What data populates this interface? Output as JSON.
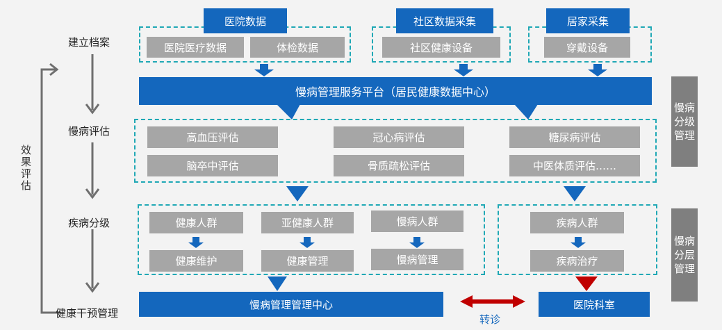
{
  "left_flow": {
    "stages": [
      "建立档案",
      "慢病评估",
      "疾病分级",
      "健康干预管理"
    ],
    "feedback_label": "效果评估"
  },
  "sources": [
    {
      "title": "医院数据",
      "items": [
        "医院医疗数据",
        "体检数据"
      ]
    },
    {
      "title": "社区数据采集",
      "items": [
        "社区健康设备"
      ]
    },
    {
      "title": "居家采集",
      "items": [
        "穿戴设备"
      ]
    }
  ],
  "platform": "慢病管理服务平台（居民健康数据中心）",
  "assessments": [
    [
      "高血压评估",
      "脑卒中评估"
    ],
    [
      "冠心病评估",
      "骨质疏松评估"
    ],
    [
      "糖尿病评估",
      "中医体质评估……"
    ]
  ],
  "groups": [
    {
      "group": "健康人群",
      "action": "健康维护"
    },
    {
      "group": "亚健康人群",
      "action": "健康管理"
    },
    {
      "group": "慢病人群",
      "action": "慢病管理"
    },
    {
      "group": "疾病人群",
      "action": "疾病治疗"
    }
  ],
  "bottom": {
    "center": "慢病管理管理中心",
    "hospital": "医院科室",
    "referral": "转诊"
  },
  "side_labels": [
    "慢病分级管理",
    "慢病分层管理"
  ],
  "colors": {
    "blue": "#1467bd",
    "gray_box": "#a6a6a6",
    "dashed": "#1fa8b5",
    "side_box": "#7f7f7f",
    "red": "#c00000",
    "arrow_gray": "#6f6f6f"
  }
}
